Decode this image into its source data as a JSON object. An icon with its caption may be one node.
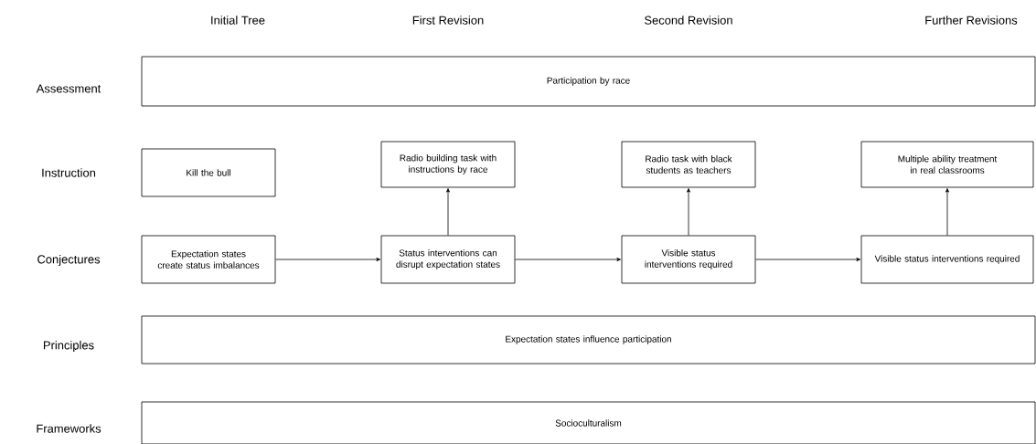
{
  "diagram": {
    "nodes": [
      {
        "text": [
          "Participation by race"
        ]
      },
      {
        "text": [
          "Kill the bull"
        ]
      },
      {
        "text": [
          "Radio building task with instructions by race"
        ]
      },
      {
        "text": [
          "Radio task with black students as teachers"
        ]
      },
      {
        "text": [
          "Multiple ability treatment in real classrooms"
        ]
      },
      {
        "text": [
          "Expectation states create status imbalances"
        ]
      },
      {
        "text": [
          "Status interventions can disrupt expectation states"
        ]
      },
      {
        "text": [
          "Visible status interventions required"
        ]
      },
      {
        "text": [
          "Visible status interventions required"
        ]
      },
      {
        "text": [
          "Expectation states influence participation"
        ]
      },
      {
        "text": [
          "Socioculturalism"
        ]
      }
    ],
    "edges": [
      {
        "from": 5,
        "to": 6,
        "arrow": "to"
      },
      {
        "from": 6,
        "to": 7,
        "arrow": "to"
      },
      {
        "from": 7,
        "to": 8,
        "arrow": "to"
      },
      {
        "from": 6,
        "to": 2,
        "arrow": "to"
      },
      {
        "from": 7,
        "to": 3,
        "arrow": "to"
      },
      {
        "from": 8,
        "to": 4,
        "arrow": "to"
      }
    ],
    "labels": [
      "Initial Tree",
      "First Revision",
      "Second Revision",
      "Further Revisions",
      "Assessment",
      "Instruction",
      "Conjectures",
      "Principles",
      "Frameworks"
    ]
  }
}
